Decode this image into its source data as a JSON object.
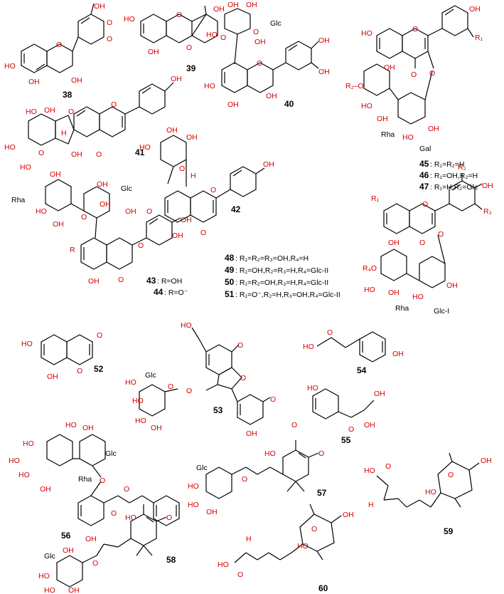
{
  "compounds": {
    "c38": "38",
    "c39": "39",
    "c40": "40",
    "c41": "41",
    "c42": "42",
    "c43": "43",
    "c44": "44",
    "c45": "45",
    "c46": "46",
    "c47": "47",
    "c48": "48",
    "c49": "49",
    "c50": "50",
    "c51": "51",
    "c52": "52",
    "c53": "53",
    "c54": "54",
    "c55": "55",
    "c56": "56",
    "c57": "57",
    "c58": "58",
    "c59": "59",
    "c60": "60"
  },
  "sugars": {
    "glc": "Glc",
    "rha": "Rha",
    "gal": "Gal",
    "glc_i": "Glc-I"
  },
  "atoms": {
    "oh": "OH",
    "ho": "HO",
    "o": "O",
    "h": "H",
    "r": "R",
    "r1": "R₁",
    "r2": "R₂",
    "r3": "R₃",
    "r4": "R₄",
    "r2o": "R₂–O",
    "r4o": "R₄O"
  },
  "substituents": {
    "s43": ": R=OH",
    "s44": ": R=O⁻",
    "s45": ": R₁=R₂=H",
    "s46": ": R₁=OH,R₂=H",
    "s47": ": R₁=H,R₂=Glc",
    "s48": ": R₁=R₂=R₃=OH,R₄=H",
    "s49": ": R₁=OH,R₂=R₃=H,R₄=Glc-II",
    "s50": ": R₁=R₂=OH,R₃=H,R₄=Glc-II",
    "s51": ": R₁=O⁻,R₂=H,R₃=OH,R₄=Glc-II"
  },
  "colors": {
    "heteroatom": "#d40000",
    "bond": "#000000"
  }
}
